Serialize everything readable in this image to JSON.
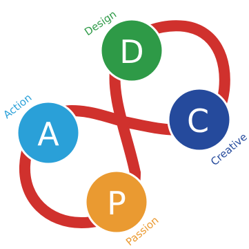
{
  "colors": {
    "loop": "#d0312d",
    "design": "#2e9a47",
    "creative": "#254a9c",
    "action": "#2aa0d8",
    "passion": "#ea9a31"
  },
  "nodes": {
    "design": {
      "letter": "D",
      "caption": "Design"
    },
    "creative": {
      "letter": "C",
      "caption": "Creative"
    },
    "action": {
      "letter": "A",
      "caption": "Action"
    },
    "passion": {
      "letter": "P",
      "caption": "Passion"
    }
  }
}
